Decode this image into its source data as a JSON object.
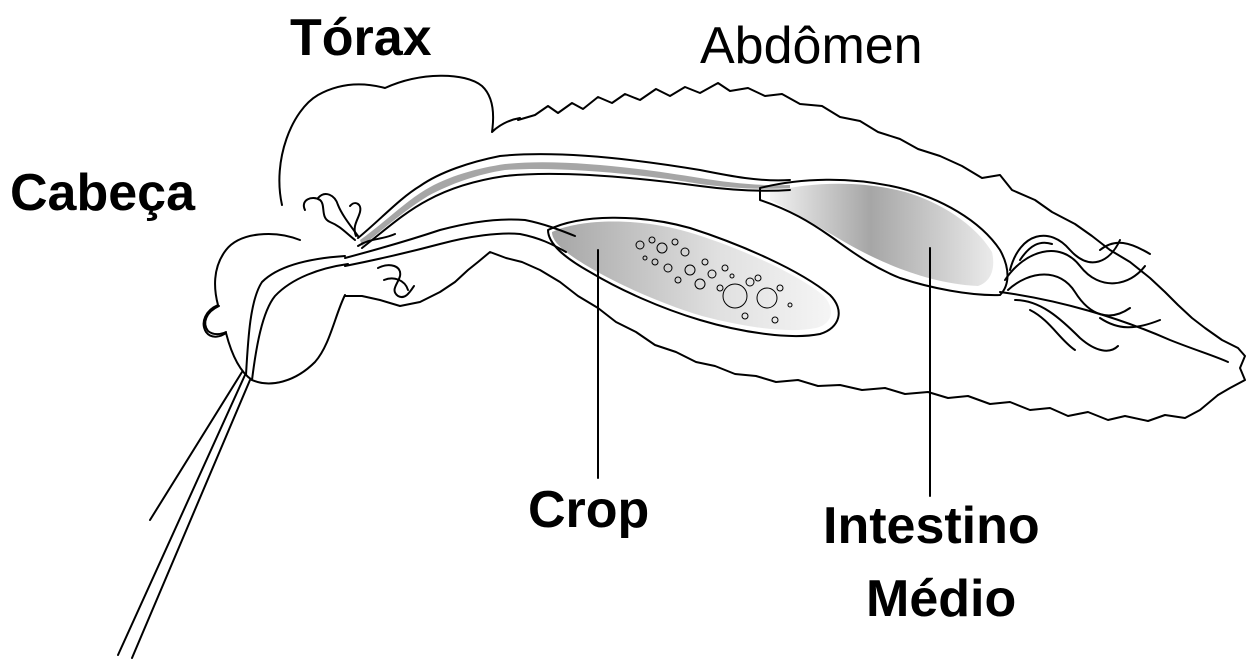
{
  "labels": {
    "thorax": "Tórax",
    "abdomen": "Abdômen",
    "head": "Cabeça",
    "crop": "Crop",
    "midgut_line1": "Intestino",
    "midgut_line2": "Médio"
  },
  "colors": {
    "ink": "#000000",
    "background": "#ffffff",
    "shading": "#8a8a8a"
  }
}
